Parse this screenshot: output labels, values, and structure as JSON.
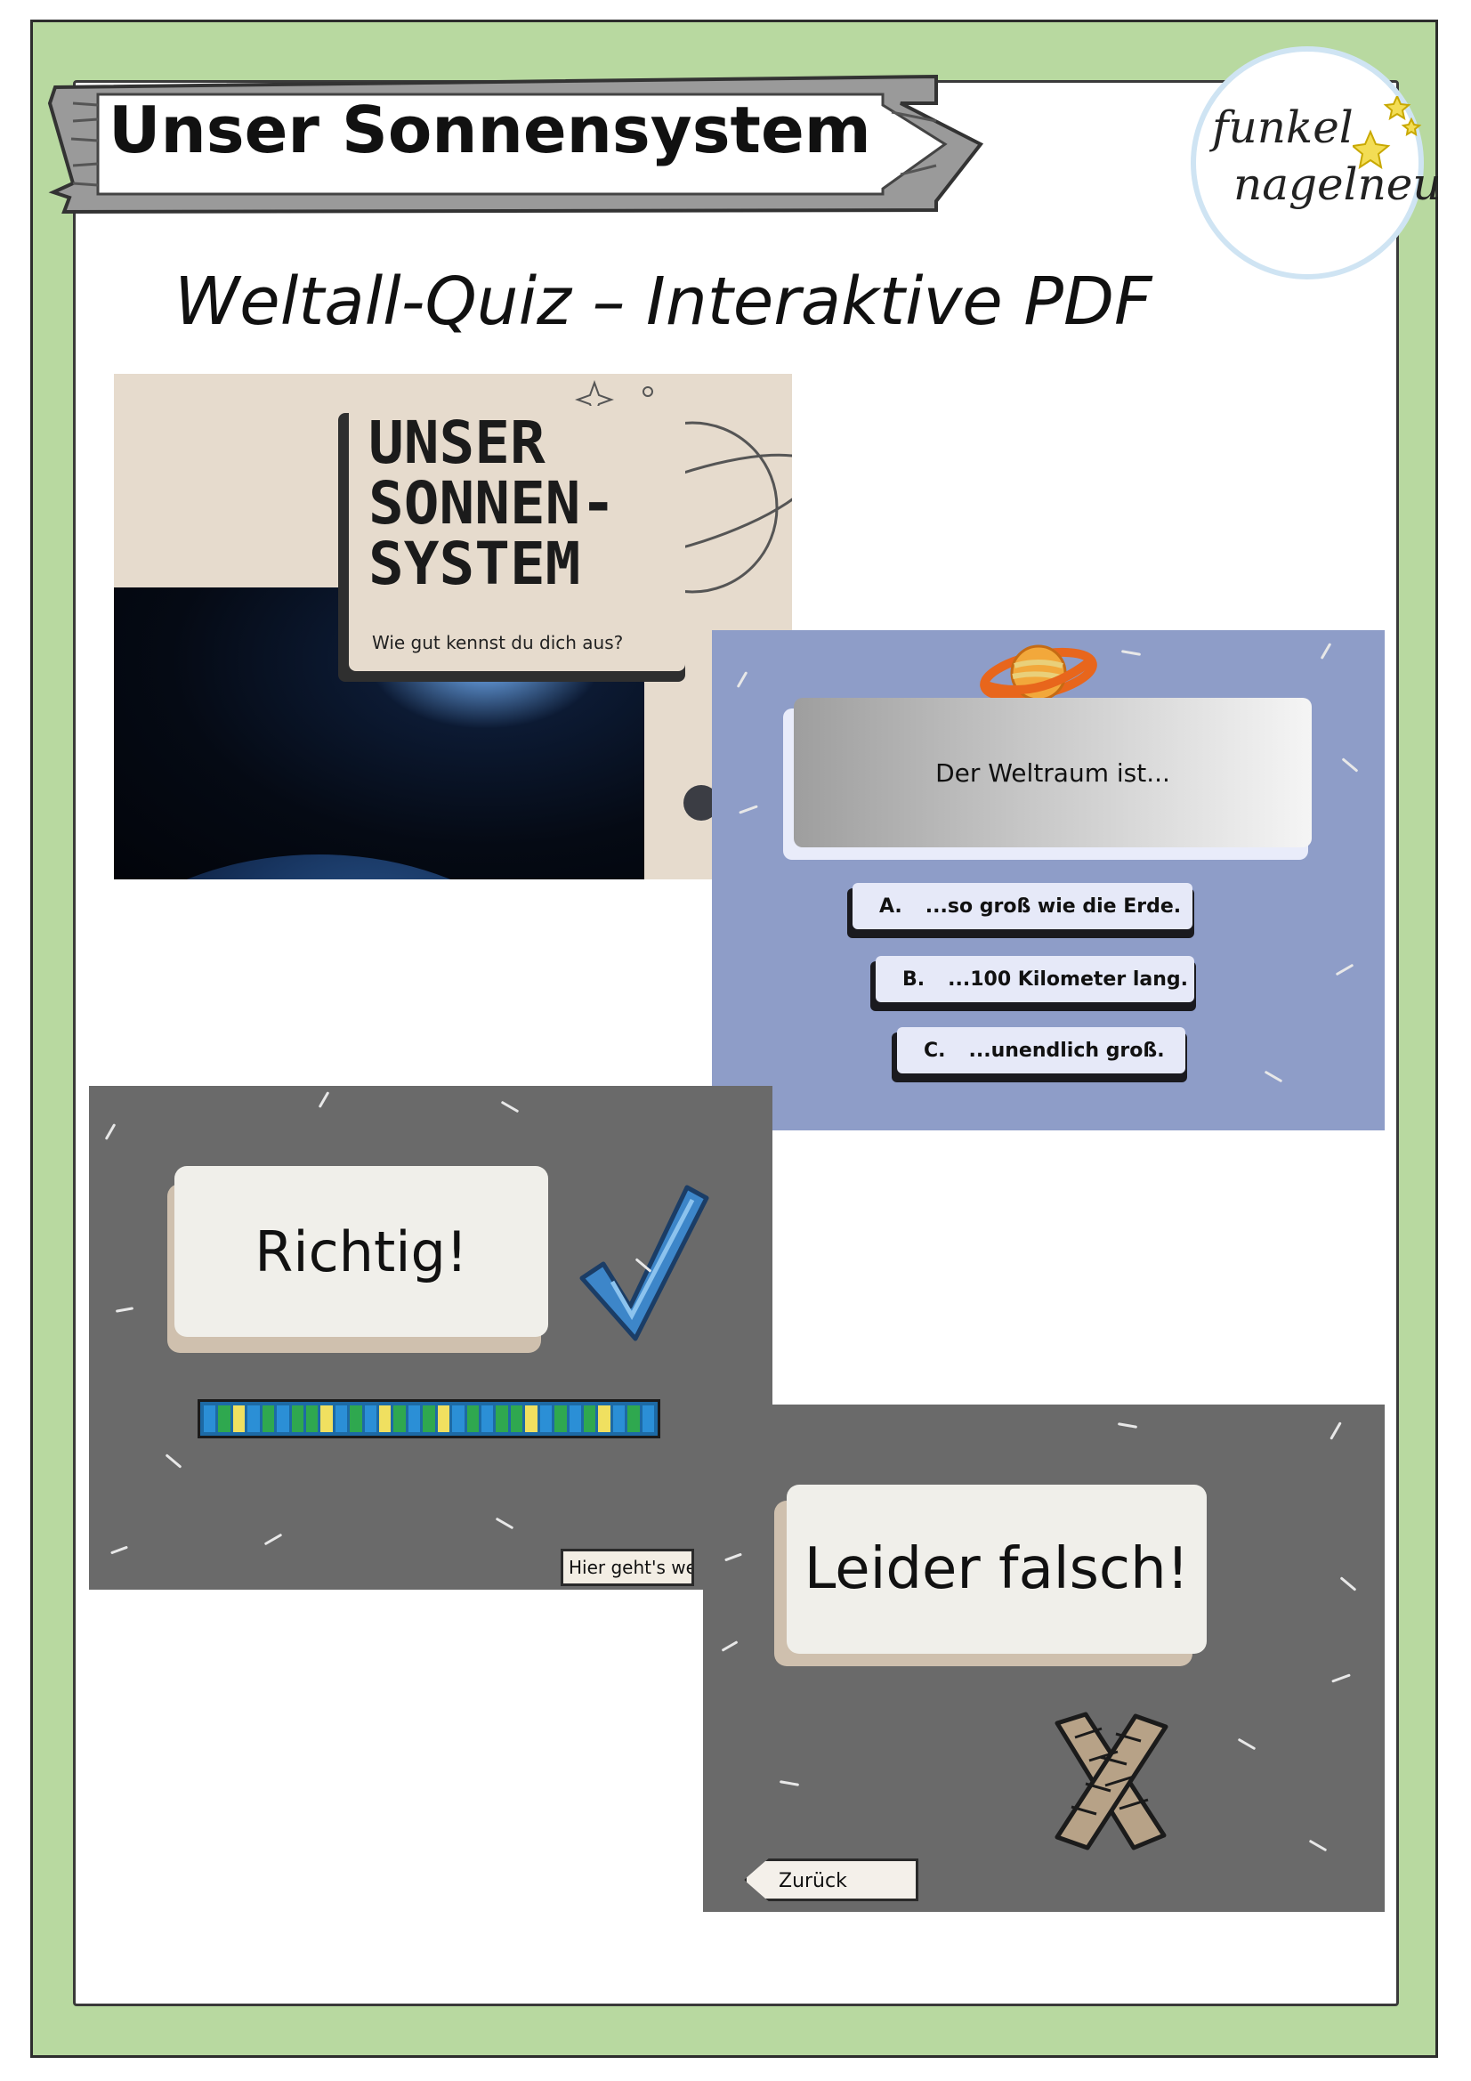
{
  "page": {
    "title": "Unser Sonnensystem",
    "subtitle": "Weltall-Quiz – Interaktive PDF",
    "logo": {
      "line1": "funkel",
      "line2": "nagelneu"
    }
  },
  "slide_title": {
    "title": "UNSER\nSONNEN-\nSYSTEM",
    "question": "Wie gut kennst du dich aus?"
  },
  "slide_question": {
    "question": "Der Weltraum ist...",
    "answers": [
      {
        "letter": "A.",
        "text": "...so groß wie die Erde."
      },
      {
        "letter": "B.",
        "text": "...100 Kilometer lang."
      },
      {
        "letter": "C.",
        "text": "...unendlich groß."
      }
    ]
  },
  "slide_correct": {
    "message": "Richtig!",
    "button": "Hier geht's we"
  },
  "slide_wrong": {
    "message": "Leider falsch!",
    "button": "Zurück"
  },
  "icons": [
    "planet-icon",
    "checkmark-icon",
    "cross-icon",
    "sparkle-icon"
  ],
  "colors": {
    "frame_green": "#b8d9a0",
    "slide_blue": "#8e9dc8",
    "slide_gray": "#6a6a6a",
    "slide_beige": "#e6dbcd"
  }
}
